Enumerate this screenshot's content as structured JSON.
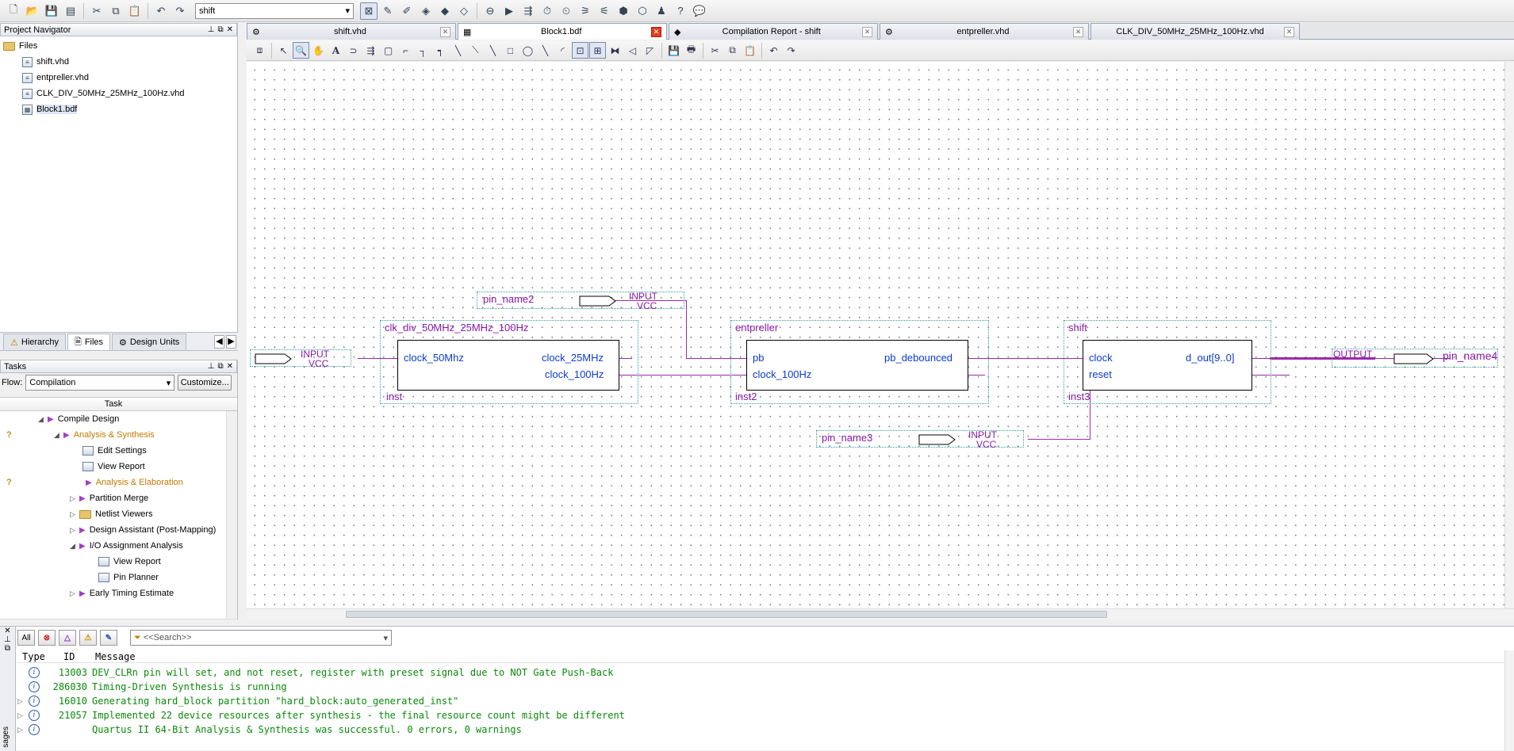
{
  "toolbar": {
    "project_combo": "shift"
  },
  "project_navigator": {
    "title": "Project Navigator",
    "root": "Files",
    "files": [
      "shift.vhd",
      "entpreller.vhd",
      "CLK_DIV_50MHz_25MHz_100Hz.vhd",
      "Block1.bdf"
    ],
    "tabs": [
      "Hierarchy",
      "Files",
      "Design Units"
    ]
  },
  "tasks": {
    "title": "Tasks",
    "flow_label": "Flow:",
    "flow_value": "Compilation",
    "customize": "Customize...",
    "column": "Task",
    "rows": [
      {
        "label": "Compile Design",
        "status": ""
      },
      {
        "label": "Analysis & Synthesis",
        "status": "?"
      },
      {
        "label": "Edit Settings",
        "status": ""
      },
      {
        "label": "View Report",
        "status": ""
      },
      {
        "label": "Analysis & Elaboration",
        "status": "?"
      },
      {
        "label": "Partition Merge",
        "status": ""
      },
      {
        "label": "Netlist Viewers",
        "status": ""
      },
      {
        "label": "Design Assistant (Post-Mapping)",
        "status": ""
      },
      {
        "label": "I/O Assignment Analysis",
        "status": ""
      },
      {
        "label": "View Report",
        "status": ""
      },
      {
        "label": "Pin Planner",
        "status": ""
      },
      {
        "label": "Early Timing Estimate",
        "status": ""
      }
    ]
  },
  "doc_tabs": [
    "shift.vhd",
    "Block1.bdf",
    "Compilation Report - shift",
    "entpreller.vhd",
    "CLK_DIV_50MHz_25MHz_100Hz.vhd"
  ],
  "schematic": {
    "input1": {
      "type": "INPUT",
      "value": "VCC"
    },
    "input2": {
      "name": "pin_name2",
      "type": "INPUT",
      "value": "VCC"
    },
    "input3": {
      "name": "pin_name3",
      "type": "INPUT",
      "value": "VCC"
    },
    "output": {
      "name": "pin_name4",
      "type": "OUTPUT"
    },
    "clkdiv": {
      "title": "clk_div_50MHz_25MHz_100Hz",
      "in": "clock_50Mhz",
      "out1": "clock_25MHz",
      "out2": "clock_100Hz",
      "inst": "inst"
    },
    "entpreller": {
      "title": "entpreller",
      "in1": "pb",
      "in2": "clock_100Hz",
      "out": "pb_debounced",
      "inst": "inst2"
    },
    "shift": {
      "title": "shift",
      "in1": "clock",
      "in2": "reset",
      "out": "d_out[9..0]",
      "inst": "inst3"
    }
  },
  "messages": {
    "filter_all": "All",
    "search_placeholder": "<<Search>>",
    "side_label": "sages",
    "columns": [
      "Type",
      "ID",
      "Message"
    ],
    "rows": [
      {
        "id": "13003",
        "text": "DEV_CLRn pin will set, and not reset, register with preset signal due to NOT Gate Push-Back"
      },
      {
        "id": "286030",
        "text": "Timing-Driven Synthesis is running"
      },
      {
        "id": "16010",
        "text": "Generating hard_block partition \"hard_block:auto_generated_inst\""
      },
      {
        "id": "21057",
        "text": "Implemented 22 device resources after synthesis - the final resource count might be different"
      },
      {
        "id": "",
        "text": "Quartus II 64-Bit Analysis & Synthesis was successful. 0 errors, 0 warnings"
      }
    ]
  }
}
